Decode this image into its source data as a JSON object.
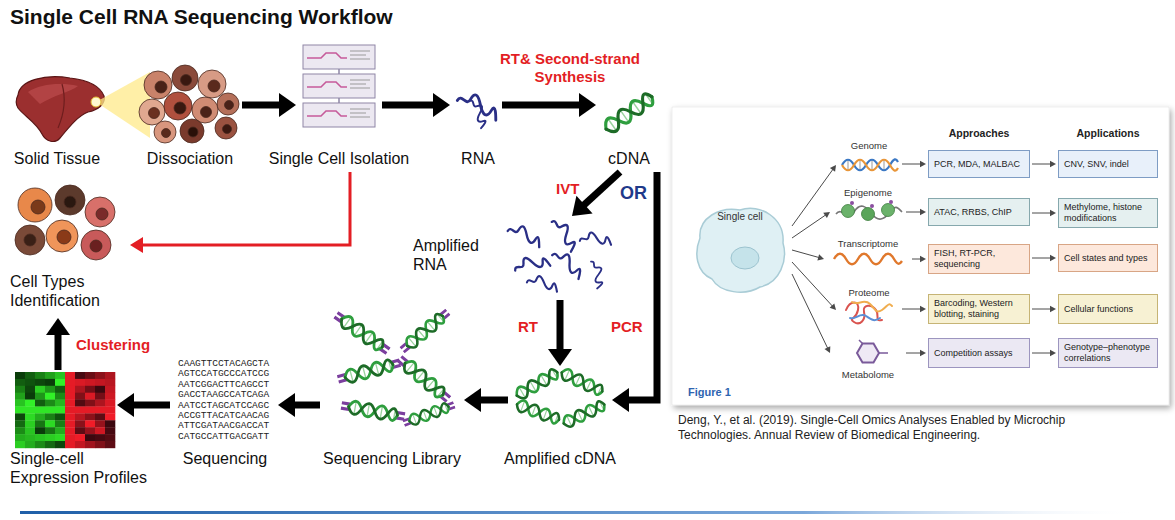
{
  "diagram": {
    "title": "Single Cell RNA Sequencing Workflow",
    "caption": "Deng, Y., et al. (2019). Single-Cell Omics Analyses Enabled by Microchip Technologies. Annual Review of Biomedical Engineering.",
    "nodes": [
      {
        "text": [
          "Solid Tissue"
        ]
      },
      {
        "text": [
          "Dissociation"
        ]
      },
      {
        "text": [
          "Single Cell Isolation"
        ]
      },
      {
        "text": [
          "RNA"
        ]
      },
      {
        "text": [
          "cDNA"
        ]
      },
      {
        "text": [
          "Amplified RNA"
        ]
      },
      {
        "text": [
          "Amplified cDNA"
        ]
      },
      {
        "text": [
          "Sequencing Library"
        ]
      },
      {
        "text": [
          "Sequencing",
          "CAAGTTCCTACAGCTA AGTCCATGCCCATCCG AATCGGACTTCAGCCT GACCTAAGCCATCAGA AATCCTAGCATCCAGC ACCGTTACATCAACAG ATTCGATAACGACCAT CATGCCATTGACGATT"
        ]
      },
      {
        "text": [
          "Single-cell Expression Profiles"
        ]
      },
      {
        "text": [
          "Cell Types Identification"
        ]
      },
      {
        "text": [
          "Figure 1"
        ]
      },
      {
        "text": [
          "Single cell"
        ],
        "in": 11
      },
      {
        "text": [
          "Genome"
        ],
        "in": 11
      },
      {
        "text": [
          "Epigenome"
        ],
        "in": 11
      },
      {
        "text": [
          "Transcriptome"
        ],
        "in": 11
      },
      {
        "text": [
          "Proteome"
        ],
        "in": 11
      },
      {
        "text": [
          "Metabolome"
        ],
        "in": 11
      },
      {
        "text": [
          "PCR, MDA, MALBAC"
        ],
        "in": 11
      },
      {
        "text": [
          "CNV, SNV, indel"
        ],
        "in": 11
      },
      {
        "text": [
          "ATAC, RRBS, ChIP"
        ],
        "in": 11
      },
      {
        "text": [
          "Methylome, histone modifications"
        ],
        "in": 11
      },
      {
        "text": [
          "FISH, RT-PCR, sequencing"
        ],
        "in": 11
      },
      {
        "text": [
          "Cell states and types"
        ],
        "in": 11
      },
      {
        "text": [
          "Barcoding, Western blotting, staining"
        ],
        "in": 11
      },
      {
        "text": [
          "Cellular functions"
        ],
        "in": 11
      },
      {
        "text": [
          "Competition assays"
        ],
        "in": 11
      },
      {
        "text": [
          "Genotype–phenotype correlations"
        ],
        "in": 11
      }
    ],
    "edges": [
      {
        "from": 1,
        "to": 2,
        "arrow": "to"
      },
      {
        "from": 2,
        "to": 3,
        "arrow": "to"
      },
      {
        "from": 3,
        "to": 4,
        "label": "RT& Second-strand Synthesis",
        "arrow": "to"
      },
      {
        "from": 4,
        "to": 5,
        "label": "IVT",
        "arrow": "to"
      },
      {
        "from": 5,
        "to": 6,
        "label": "RT",
        "arrow": "to"
      },
      {
        "from": 4,
        "to": 6,
        "label": "PCR",
        "arrow": "to"
      },
      {
        "from": 6,
        "to": 7,
        "arrow": "to"
      },
      {
        "from": 7,
        "to": 8,
        "arrow": "to"
      },
      {
        "from": 8,
        "to": 9,
        "arrow": "to"
      },
      {
        "from": 9,
        "to": 10,
        "label": "Clustering",
        "arrow": "to"
      },
      {
        "from": 2,
        "to": 10,
        "arrow": "to"
      },
      {
        "from": 12,
        "to": 13,
        "arrow": "to"
      },
      {
        "from": 12,
        "to": 14,
        "arrow": "to"
      },
      {
        "from": 12,
        "to": 15,
        "arrow": "to"
      },
      {
        "from": 12,
        "to": 16,
        "arrow": "to"
      },
      {
        "from": 12,
        "to": 17,
        "arrow": "to"
      },
      {
        "from": 13,
        "to": 18,
        "arrow": "to"
      },
      {
        "from": 14,
        "to": 20,
        "arrow": "to"
      },
      {
        "from": 15,
        "to": 22,
        "arrow": "to"
      },
      {
        "from": 16,
        "to": 24,
        "arrow": "to"
      },
      {
        "from": 17,
        "to": 26,
        "arrow": "to"
      },
      {
        "from": 18,
        "to": 19,
        "arrow": "to"
      },
      {
        "from": 20,
        "to": 21,
        "arrow": "to"
      },
      {
        "from": 22,
        "to": 23,
        "arrow": "to"
      },
      {
        "from": 24,
        "to": 25,
        "arrow": "to"
      },
      {
        "from": 26,
        "to": 27,
        "arrow": "to"
      }
    ],
    "labels": [
      "OR",
      "Approaches",
      "Applications"
    ]
  }
}
